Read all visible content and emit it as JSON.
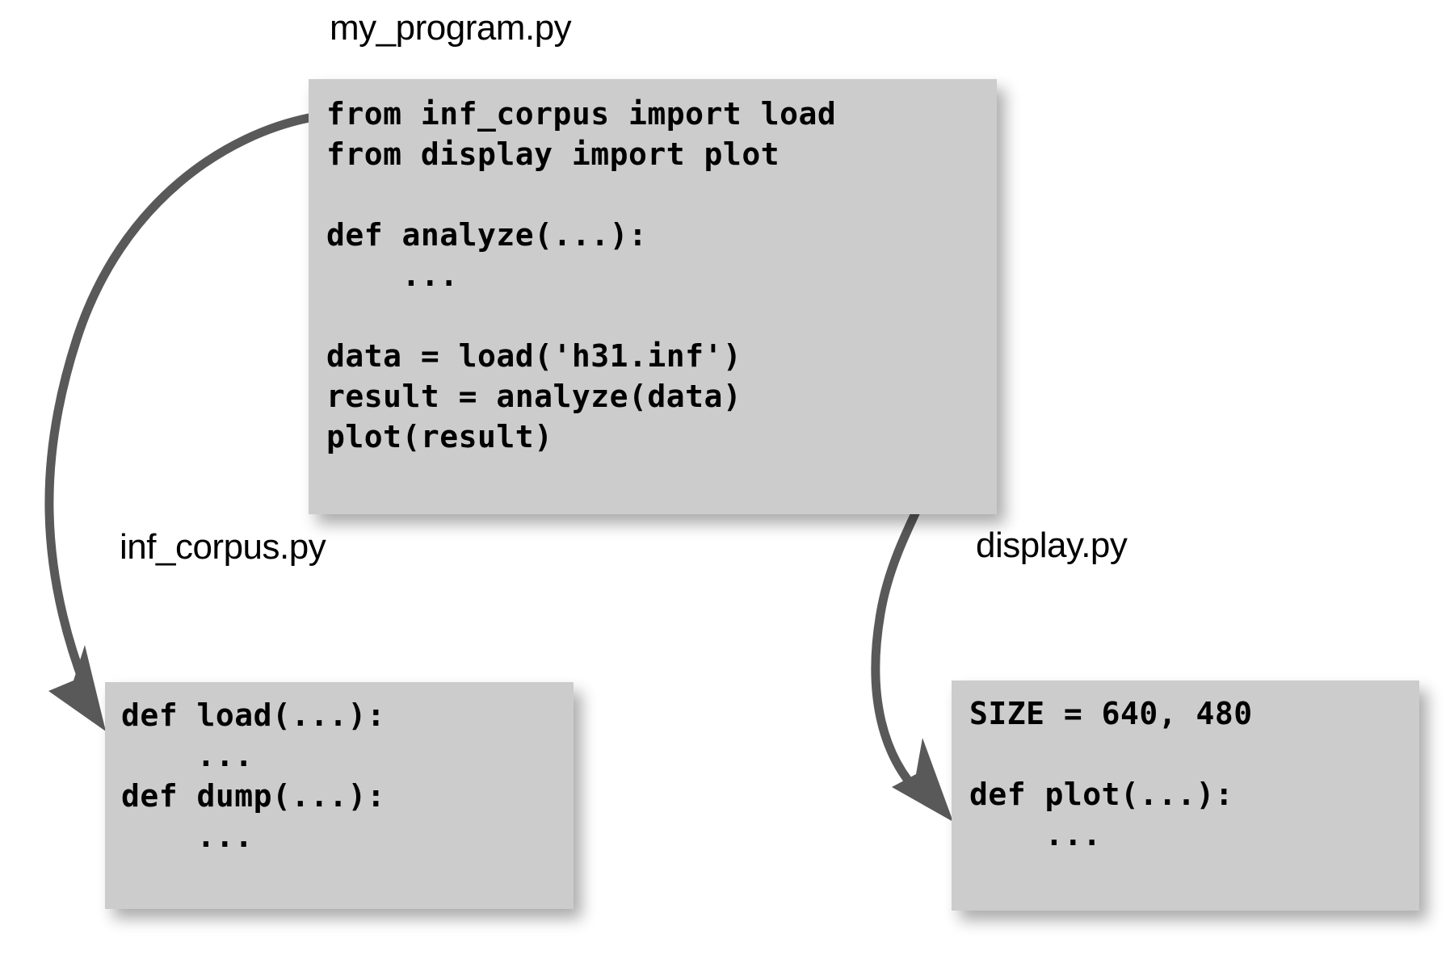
{
  "diagram": {
    "title": "python-module-import-diagram",
    "background_color": "#ffffff",
    "box_fill_color": "#cccccc",
    "arrow_color": "#595959",
    "text_color": "#000000"
  },
  "modules": [
    {
      "id": "my-program",
      "label": "my_program.py",
      "code": "from inf_corpus import load\nfrom display import plot\n\ndef analyze(...):\n    ...\n\ndata = load('h31.inf')\nresult = analyze(data)\nplot(result)"
    },
    {
      "id": "inf-corpus",
      "label": "inf_corpus.py",
      "code": "def load(...):\n    ...\ndef dump(...):\n    ..."
    },
    {
      "id": "display",
      "label": "display.py",
      "code": "SIZE = 640, 480\n\ndef plot(...):\n    ..."
    }
  ],
  "arrows": [
    {
      "id": "import-load-arrow",
      "from": "my_program.py",
      "to": "inf_corpus.py",
      "semantic": "from inf_corpus import load"
    },
    {
      "id": "import-plot-arrow",
      "from": "my_program.py",
      "to": "display.py",
      "semantic": "from display import plot"
    }
  ]
}
